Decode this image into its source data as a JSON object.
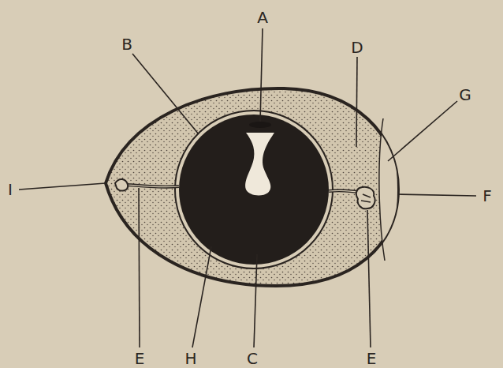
{
  "diagram": {
    "labels": [
      "A",
      "B",
      "D",
      "G",
      "I",
      "F",
      "E",
      "H",
      "C",
      "E"
    ]
  }
}
